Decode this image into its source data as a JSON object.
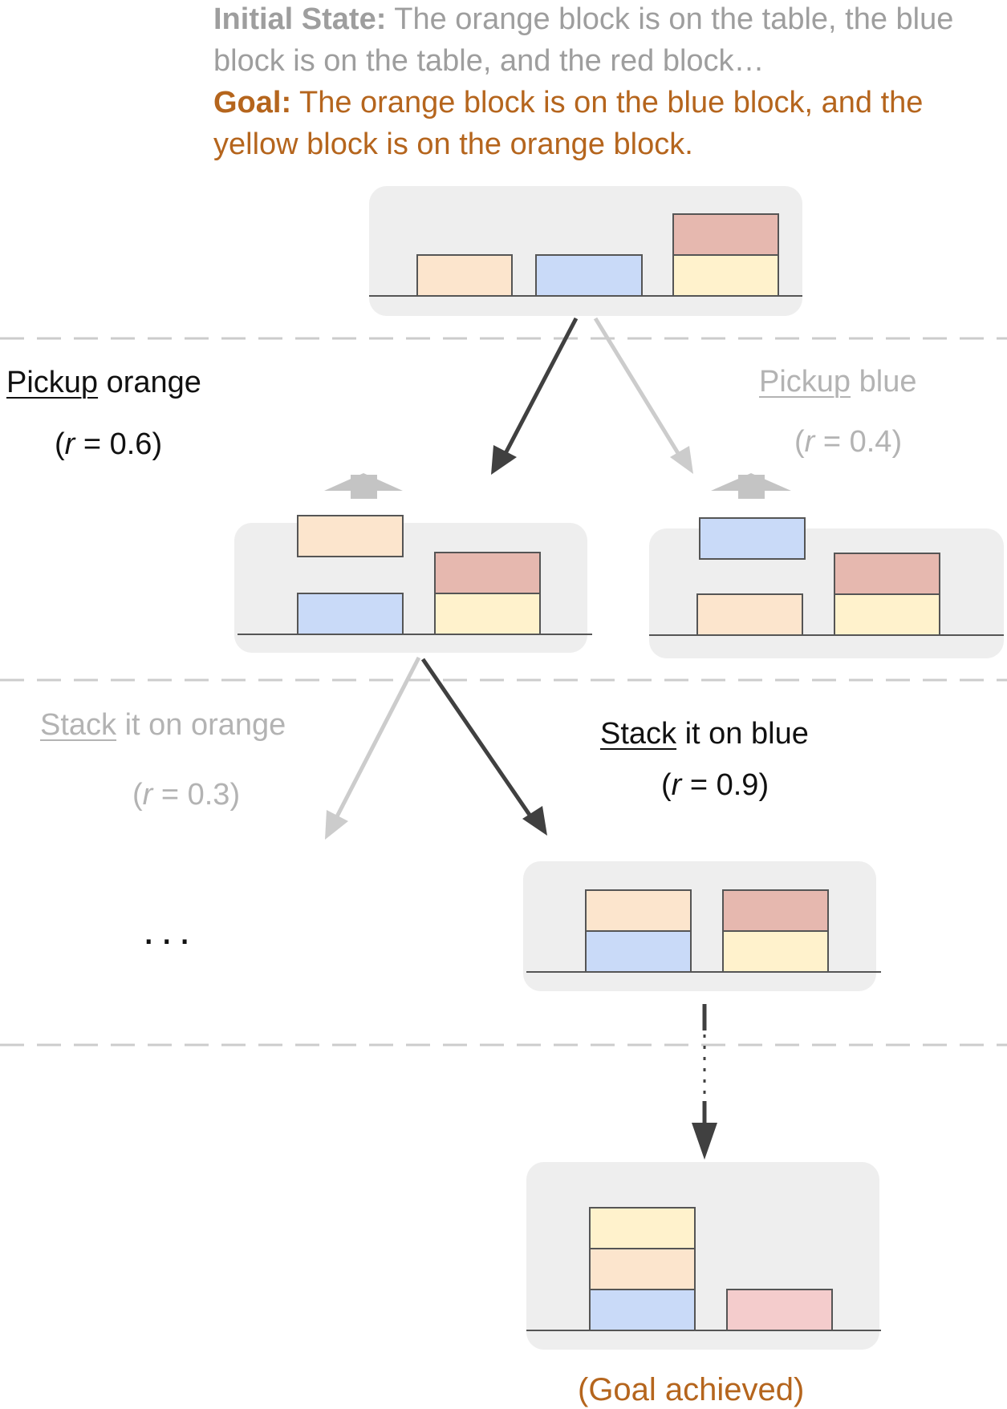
{
  "header": {
    "initial_label": "Initial State:",
    "initial_text": " The orange block is on the table, the blue block is on the table, and the red block…",
    "goal_label": "Goal:",
    "goal_text": " The orange block is on the blue block, and the yellow block is on the orange block."
  },
  "actions": {
    "pickup_orange": {
      "verb": "Pickup",
      "rest": " orange",
      "reward": "(r = 0.6)"
    },
    "pickup_blue": {
      "verb": "Pickup",
      "rest": " blue",
      "reward": "(r = 0.4)"
    },
    "stack_orange": {
      "verb": "Stack",
      "rest": " it on orange",
      "reward": "(r = 0.3)"
    },
    "stack_blue": {
      "verb": "Stack",
      "rest": " it on blue",
      "reward": "(r = 0.9)"
    }
  },
  "ellipsis": "...",
  "goal_achieved": "(Goal achieved)",
  "colors": {
    "orange_block": "#fce5cd",
    "blue_block": "#c9daf8",
    "red_block": "#e6b8af",
    "yellow_block": "#fff2cc",
    "pink_block": "#f4cccc",
    "state_panel": "#eeeeee",
    "selected_arrow": "#404040",
    "alternative_arrow": "#cccccc",
    "goal_text": "#b5651d"
  }
}
